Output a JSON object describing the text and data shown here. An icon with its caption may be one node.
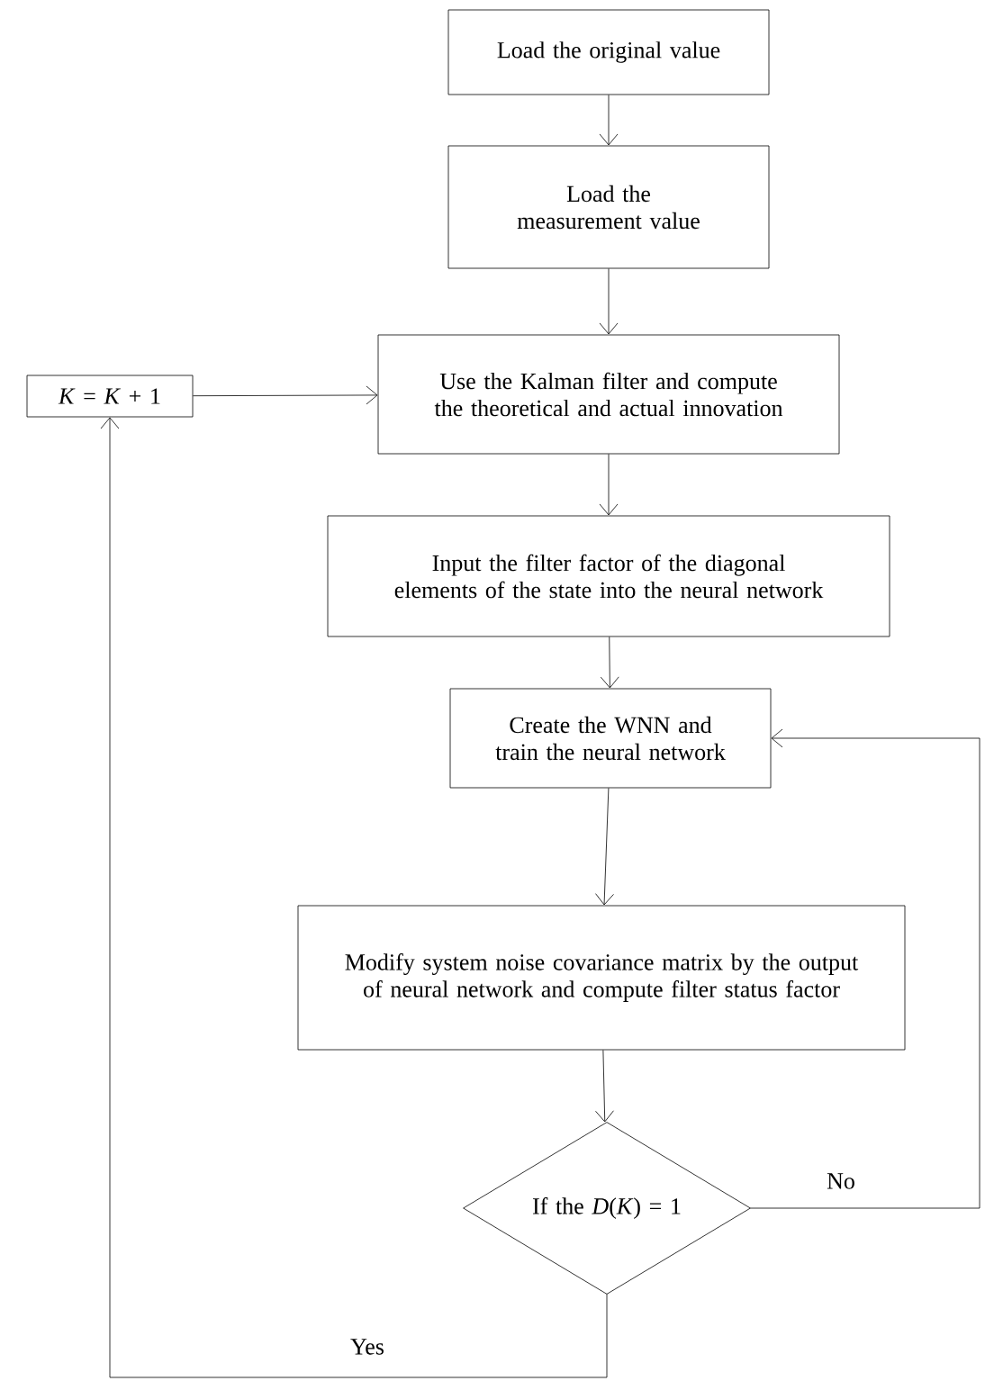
{
  "diagram": {
    "nodes": [
      {
        "text": [
          "Load the original value"
        ]
      },
      {
        "text": [
          "Load the measurement value"
        ]
      },
      {
        "text": [
          "*K* = *K* + 1"
        ]
      },
      {
        "text": [
          "Use the Kalman filter and compute the theoretical and actual innovation"
        ]
      },
      {
        "text": [
          "Input the filter factor of the diagonal elements of the state into the neural network"
        ]
      },
      {
        "text": [
          "Create the WNN and train the neural network"
        ]
      },
      {
        "text": [
          "Modify system noise covariance matrix by the output of neural network and compute filter status factor"
        ]
      },
      {
        "text": [
          "If the *D*(*K*) = 1"
        ]
      }
    ],
    "edges": [
      {
        "from": 0,
        "to": 1,
        "arrow": "to"
      },
      {
        "from": 1,
        "to": 3,
        "arrow": "to"
      },
      {
        "from": 2,
        "to": 3,
        "arrow": "to"
      },
      {
        "from": 3,
        "to": 4,
        "arrow": "to"
      },
      {
        "from": 4,
        "to": 5,
        "arrow": "to"
      },
      {
        "from": 5,
        "to": 6,
        "arrow": "to"
      },
      {
        "from": 6,
        "to": 7,
        "arrow": "to"
      },
      {
        "from": 7,
        "to": 5,
        "arrow": "to",
        "label": "No"
      },
      {
        "from": 7,
        "to": 2,
        "arrow": "to",
        "label": "Yes"
      }
    ]
  }
}
